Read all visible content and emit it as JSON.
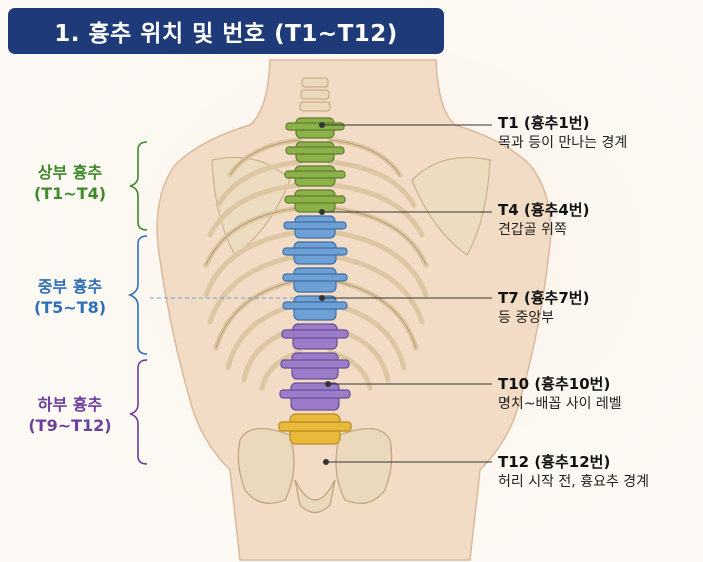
{
  "title": "1. 흉추 위치 및 번호 (T1~T12)",
  "colors": {
    "banner": "#1f3a78",
    "upper": "#8cb04a",
    "middle": "#6ea0d6",
    "lower": "#9b7cc9",
    "t12": "#e8b93a",
    "upper_text": "#3f8a2a",
    "middle_text": "#2f6fb8",
    "lower_text": "#6b3f9e"
  },
  "groups": [
    {
      "name": "상부 흉추",
      "range": "(T1~T4)"
    },
    {
      "name": "중부 흉추",
      "range": "(T5~T8)"
    },
    {
      "name": "하부 흉추",
      "range": "(T9~T12)"
    }
  ],
  "annotations": [
    {
      "title": "T1 (흉추1번)",
      "desc": "목과 등이 만나는 경계"
    },
    {
      "title": "T4 (흉추4번)",
      "desc": "견갑골 위쪽"
    },
    {
      "title": "T7 (흉추7번)",
      "desc": "등 중앙부"
    },
    {
      "title": "T10 (흉추10번)",
      "desc": "명치~배꼽 사이 레벨"
    },
    {
      "title": "T12 (흉추12번)",
      "desc": "허리 시작 전, 흉요추 경계"
    }
  ]
}
